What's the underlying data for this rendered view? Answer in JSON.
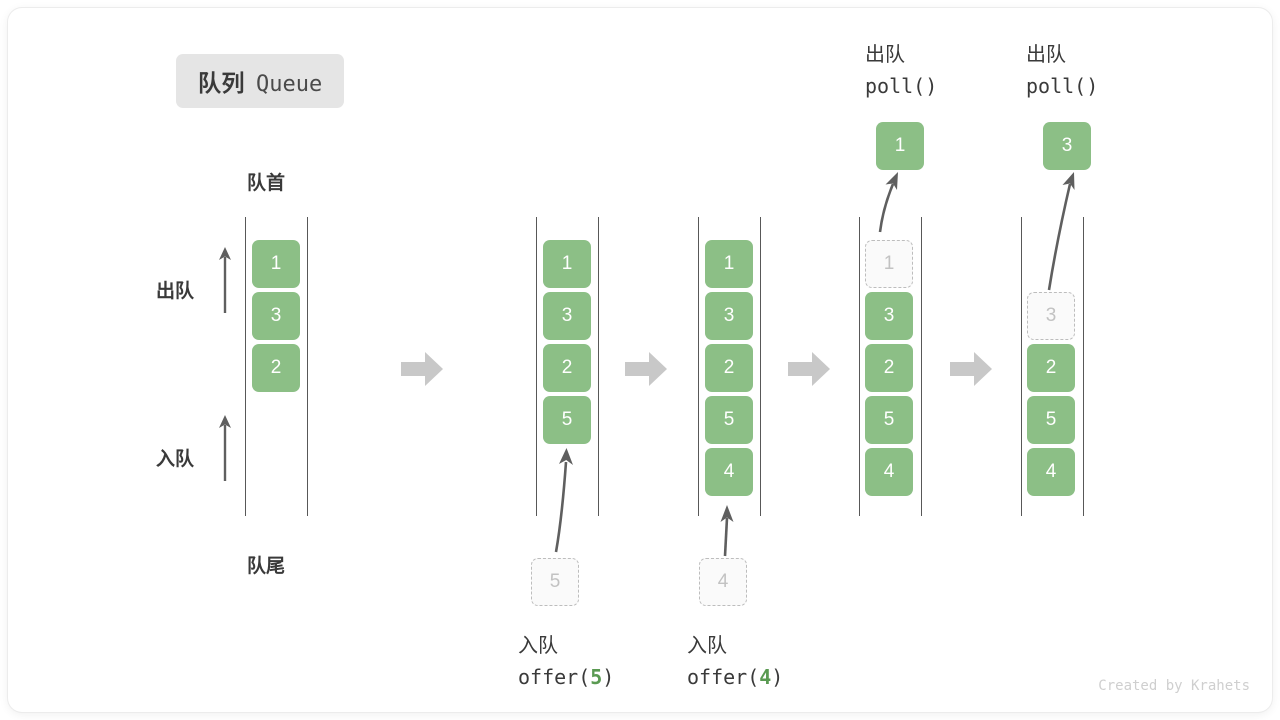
{
  "title": {
    "cn": "队列",
    "en": "Queue"
  },
  "labels": {
    "front": "队首",
    "rear": "队尾",
    "dequeue": "出队",
    "enqueue": "入队"
  },
  "watermark": "Created by Krahets",
  "colors": {
    "cell_green": "#8cbf86",
    "cell_text": "#ffffff",
    "ghost_fill": "#fafafa",
    "ghost_border": "#bdbdbd",
    "ghost_text": "#c2c2c2",
    "rail": "#585858",
    "arrow_gray": "#c8c8c8",
    "op_arrow": "#5f5f5f",
    "badge_bg": "#e5e5e5",
    "text_dark": "#3a3a3a",
    "accent_green": "#5a9a52",
    "watermark": "#cfcfcf"
  },
  "steps": [
    {
      "id": "initial",
      "cells": [
        "1",
        "3",
        "2"
      ],
      "ghosts": [],
      "annotations": {
        "front": "队首",
        "rear": "队尾",
        "dequeue": "出队",
        "enqueue": "入队"
      }
    },
    {
      "id": "after-offer-5",
      "cells": [
        "1",
        "3",
        "2",
        "5"
      ],
      "ghosts": [
        {
          "value": "5",
          "position": "below"
        }
      ],
      "operation": {
        "cn": "入队",
        "code_prefix": "offer(",
        "code_arg": "5",
        "code_suffix": ")"
      }
    },
    {
      "id": "after-offer-4",
      "cells": [
        "1",
        "3",
        "2",
        "5",
        "4"
      ],
      "ghosts": [
        {
          "value": "4",
          "position": "below"
        }
      ],
      "operation": {
        "cn": "入队",
        "code_prefix": "offer(",
        "code_arg": "4",
        "code_suffix": ")"
      }
    },
    {
      "id": "after-poll-1",
      "cells": [
        "3",
        "2",
        "5",
        "4"
      ],
      "ghosts": [
        {
          "value": "1",
          "position": "slot0"
        }
      ],
      "popped": "1",
      "operation": {
        "cn": "出队",
        "code_prefix": "poll(",
        "code_arg": "",
        "code_suffix": ")"
      }
    },
    {
      "id": "after-poll-3",
      "cells": [
        "2",
        "5",
        "4"
      ],
      "ghosts": [
        {
          "value": "3",
          "position": "slot1"
        }
      ],
      "popped": "3",
      "operation": {
        "cn": "出队",
        "code_prefix": "poll(",
        "code_arg": "",
        "code_suffix": ")"
      }
    }
  ],
  "step_arrows": 4
}
